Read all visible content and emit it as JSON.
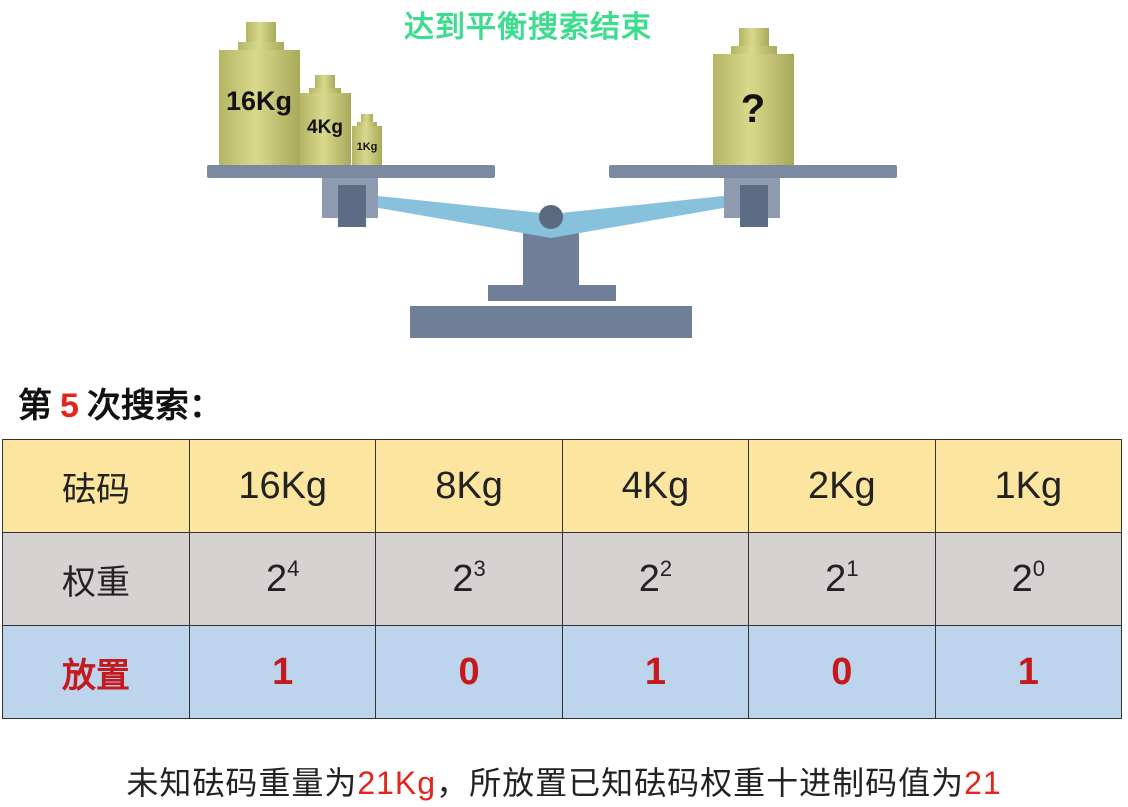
{
  "status_text": "达到平衡搜索结束",
  "left_weights": [
    "16Kg",
    "4Kg",
    "1Kg"
  ],
  "right_weight": "?",
  "step": {
    "prefix": "第",
    "number": "5",
    "suffix": "次搜索："
  },
  "table": {
    "row_weight": {
      "header": "砝码",
      "cells": [
        "16Kg",
        "8Kg",
        "4Kg",
        "2Kg",
        "1Kg"
      ]
    },
    "row_power": {
      "header": "权重",
      "base": "2",
      "exponents": [
        "4",
        "3",
        "2",
        "1",
        "0"
      ]
    },
    "row_place": {
      "header": "放置",
      "cells": [
        "1",
        "0",
        "1",
        "0",
        "1"
      ]
    }
  },
  "conclusion": {
    "part1": "未知砝码重量为",
    "value1": "21Kg",
    "part2": "，所放置已知砝码权重十进制码值为",
    "value2": "21"
  },
  "colors": {
    "status_green": "#3ddc8e",
    "highlight_red": "#e0261d",
    "row_weight_bg": "#fce59e",
    "row_power_bg": "#d6d2d1",
    "row_place_bg": "#bcd4ec",
    "scale_steel": "#6c7d96",
    "beam_blue": "#86c0dc",
    "weight_olive": "#c9ca7a"
  }
}
